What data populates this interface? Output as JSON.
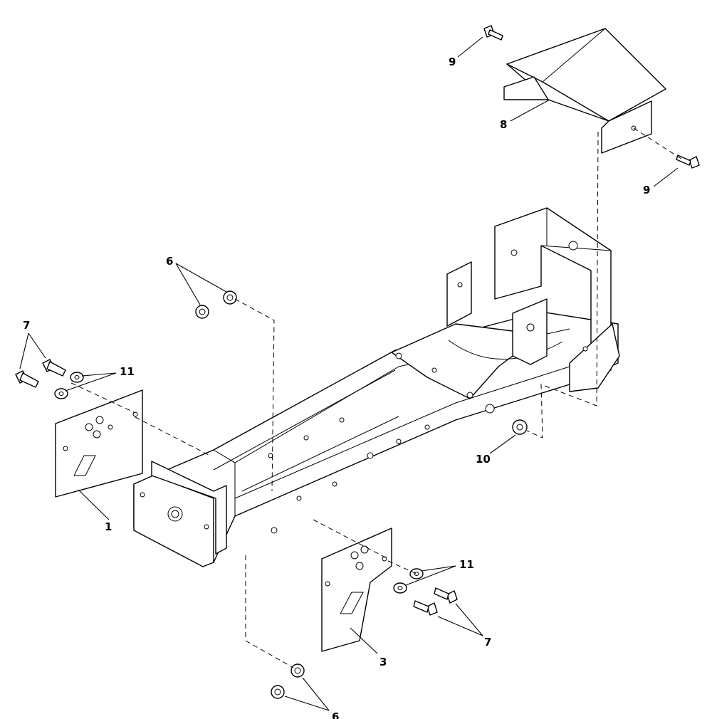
{
  "callouts": {
    "c1": "1",
    "c3": "3",
    "c6a": "6",
    "c6b": "6",
    "c7a": "7",
    "c7b": "7",
    "c8": "8",
    "c9a": "9",
    "c9b": "9",
    "c10": "10",
    "c11a": "11",
    "c11b": "11"
  }
}
